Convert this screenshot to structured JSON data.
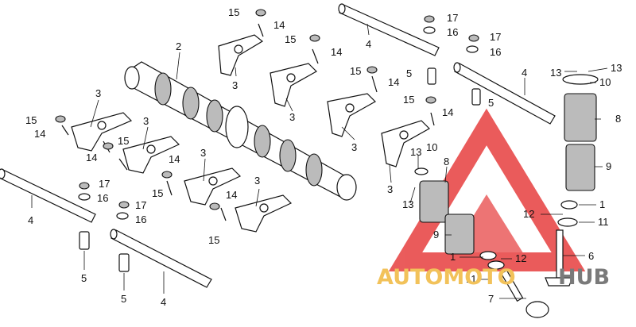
{
  "watermark": {
    "brand_left": "AUTOMOTO",
    "brand_right": "HUB",
    "color_left": "#f2c25a",
    "color_right": "#7a7a7a",
    "logo_color": "#e84a4a"
  },
  "callouts": {
    "camshaft": "2",
    "rocker_arm": "3",
    "rocker_shaft": "4",
    "dowel_pin": "5",
    "intake_valve": "6",
    "exhaust_valve": "7",
    "outer_spring": "8",
    "inner_spring": "9",
    "retainer": "10",
    "lower_seat": "1",
    "stem_seal": "11",
    "seat_washer": "12",
    "cotter": "13",
    "adjusting_screw": "14",
    "lock_nut": "15",
    "shaft_washer": "16",
    "shaft_nut": "17"
  }
}
